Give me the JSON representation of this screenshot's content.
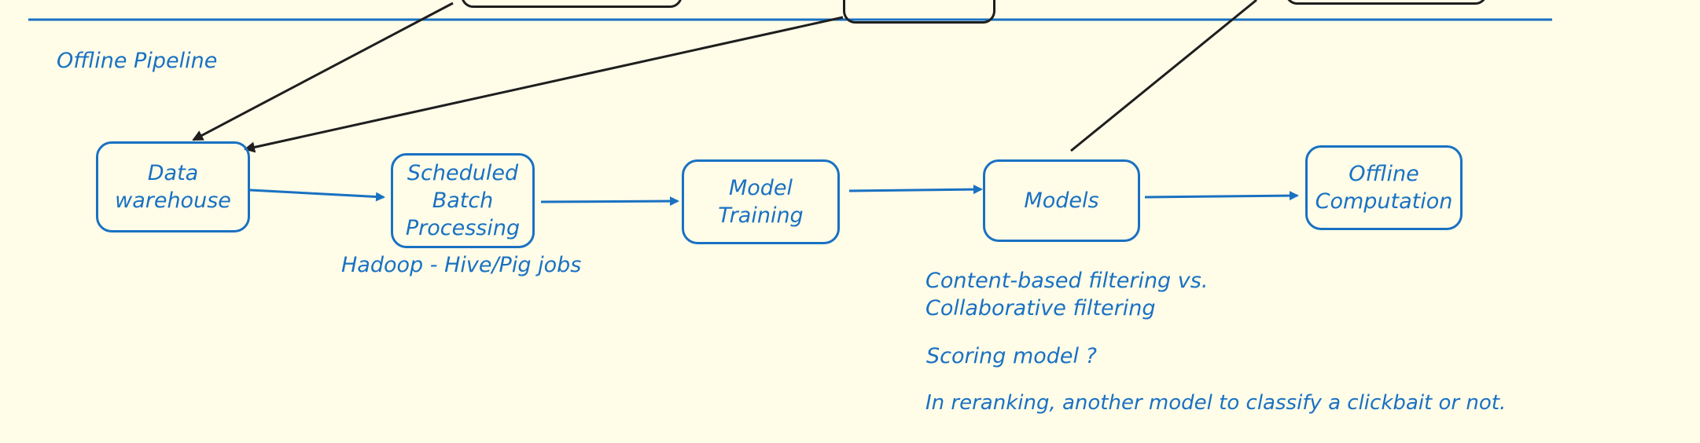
{
  "section": {
    "title": "Offline Pipeline"
  },
  "nodes": {
    "data_warehouse": "Data\nwarehouse",
    "scheduled_batch": "Scheduled\nBatch\nProcessing",
    "model_training": "Model\nTraining",
    "models": "Models",
    "offline_computation": "Offline\nComputation"
  },
  "notes": {
    "hadoop": "Hadoop - Hive/Pig jobs",
    "filtering": "Content-based filtering vs.\nCollaborative filtering",
    "scoring": "Scoring model ?",
    "reranking": "In reranking, another model to classify a clickbait or not."
  },
  "colors": {
    "accent": "#1971c2",
    "ink": "#1e1e1e",
    "background": "#fffce8"
  }
}
